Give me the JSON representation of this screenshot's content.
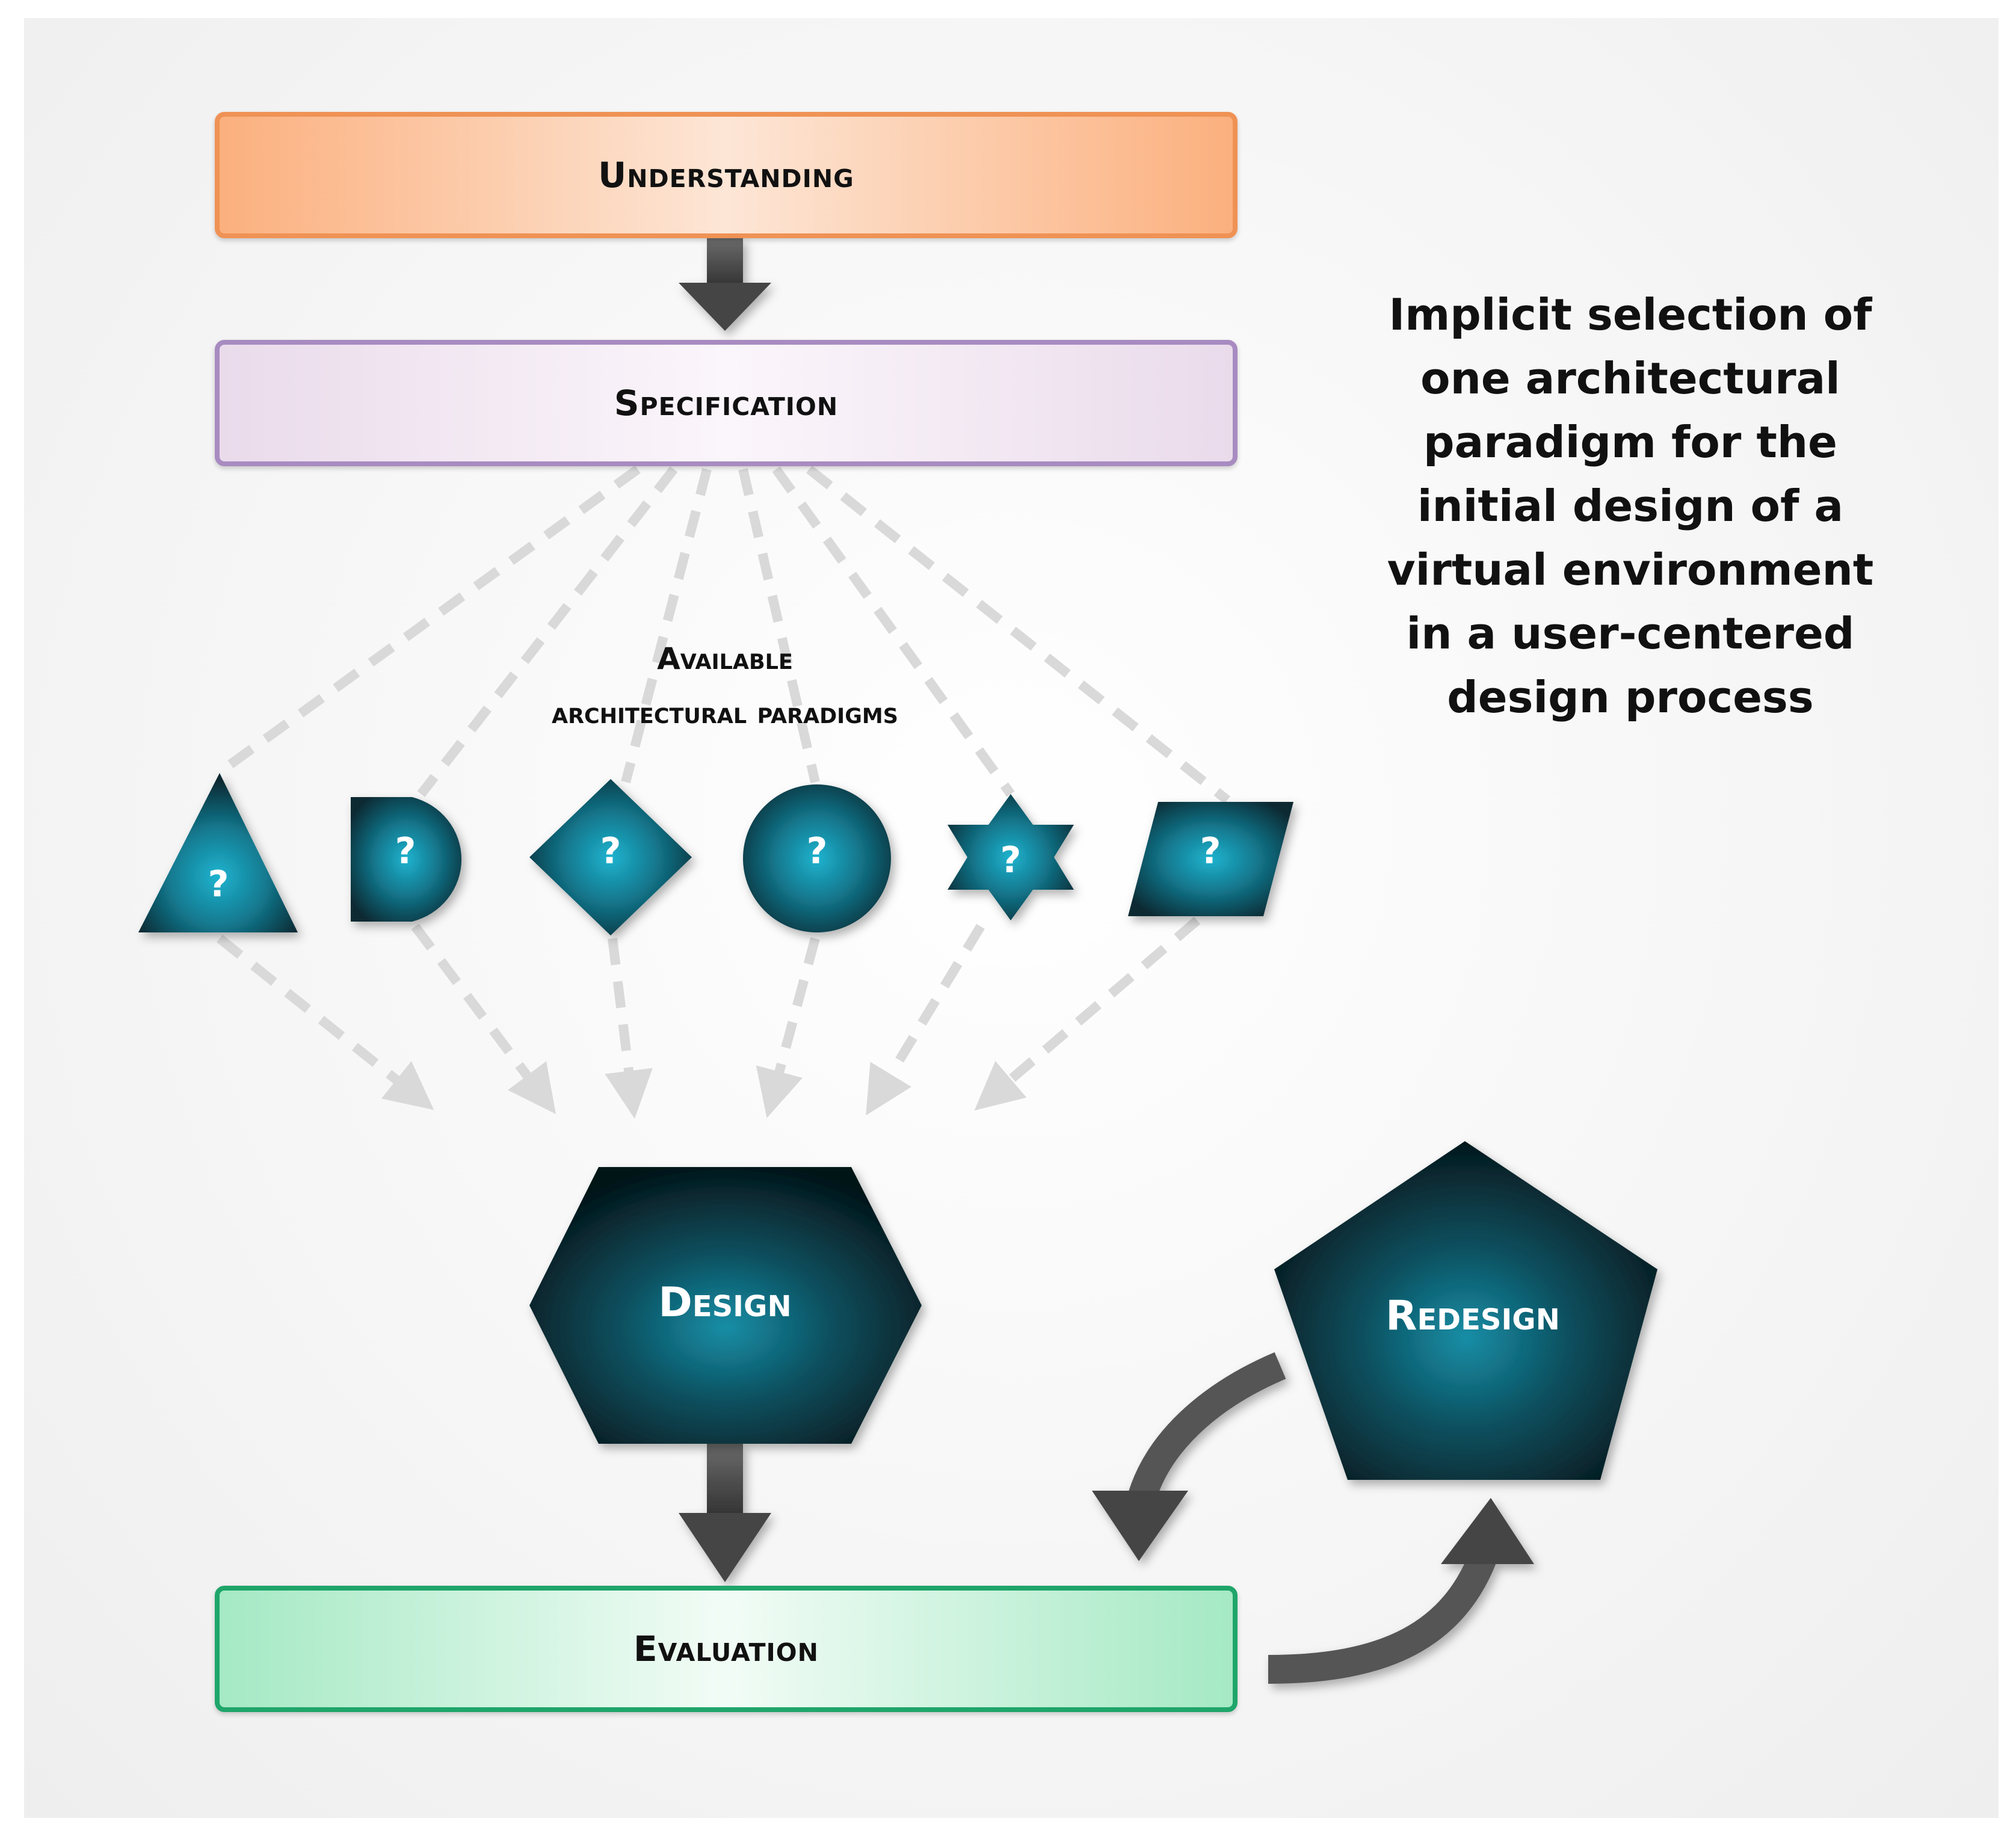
{
  "stages": {
    "understanding": "Understanding",
    "specification": "Specification",
    "evaluation": "Evaluation"
  },
  "nodes": {
    "design": "Design",
    "redesign": "Redesign"
  },
  "paradigms": {
    "label_line1": "Available",
    "label_line2": "architectural paradigms",
    "shapes": [
      {
        "shape": "triangle",
        "mark": "?"
      },
      {
        "shape": "d-shape",
        "mark": "?"
      },
      {
        "shape": "diamond",
        "mark": "?"
      },
      {
        "shape": "circle",
        "mark": "?"
      },
      {
        "shape": "star",
        "mark": "?"
      },
      {
        "shape": "parallelogram",
        "mark": "?"
      }
    ]
  },
  "annotation": {
    "lines": [
      "Implicit selection of",
      "one architectural",
      "paradigm for the",
      "initial design of a",
      "virtual environment",
      "in a user-centered",
      "design process"
    ]
  },
  "colors": {
    "understanding_border": "#ef9255",
    "specification_border": "#a88bc1",
    "evaluation_border": "#1fa56a",
    "shape_center": "#1aa3bf",
    "shape_edge": "#0b2a33",
    "arrow": "#555555",
    "dashed": "#d9d9d9"
  }
}
